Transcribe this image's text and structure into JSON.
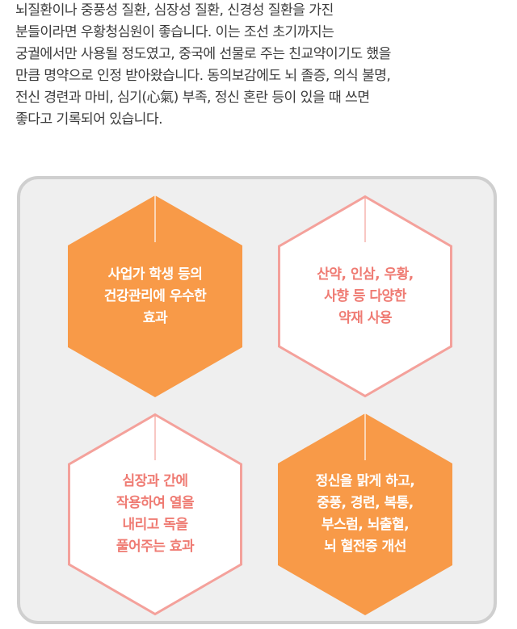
{
  "intro": {
    "lines": [
      "뇌질환이나 중풍성 질환, 심장성 질환, 신경성 질환을 가진",
      "분들이라면 우황청심원이 좋습니다. 이는 조선 초기까지는",
      "궁궐에서만 사용될 정도였고, 중국에 선물로 주는 친교약이기도 했을",
      "만큼 명약으로 인정 받아왔습니다. 동의보감에도 뇌 졸증, 의식 불명,",
      "전신 경련과 마비, 심기(心氣) 부족, 정신 혼란 등이 있을 때 쓰면",
      "좋다고 기록되어 있습니다."
    ]
  },
  "colors": {
    "orange": "#f89a48",
    "pink_outline": "#f4a19b",
    "pink_text": "#ef7b73",
    "panel_bg": "#efefef",
    "panel_border": "#cfcfcf"
  },
  "effects": [
    {
      "style": "filled",
      "lines": [
        "사업가 학생 등의",
        "건강관리에 우수한",
        "효과"
      ]
    },
    {
      "style": "outline",
      "lines": [
        "산약, 인삼, 우황,",
        "사향 등 다양한",
        "약재 사용"
      ]
    },
    {
      "style": "outline",
      "lines": [
        "심장과 간에",
        "작용하여 열을",
        "내리고 독을",
        "풀어주는 효과"
      ]
    },
    {
      "style": "filled",
      "lines": [
        "정신을 맑게 하고,",
        "중풍, 경련, 복통,",
        "부스럼, 뇌출혈,",
        "뇌 혈전증 개선"
      ]
    }
  ]
}
